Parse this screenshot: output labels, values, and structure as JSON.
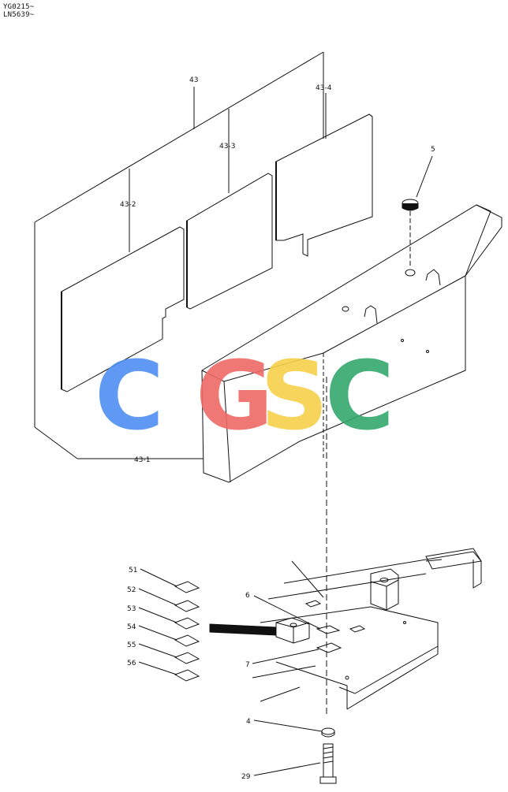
{
  "header": {
    "line1": "YG0215~",
    "line2": "LN5639~"
  },
  "parts": [
    {
      "id": "p43",
      "label": "43"
    },
    {
      "id": "p43_4",
      "label": "43-4"
    },
    {
      "id": "p43_3",
      "label": "43-3"
    },
    {
      "id": "p43_2",
      "label": "43-2"
    },
    {
      "id": "p43_1",
      "label": "43-1"
    },
    {
      "id": "p5",
      "label": "5"
    },
    {
      "id": "p51",
      "label": "51"
    },
    {
      "id": "p52",
      "label": "52"
    },
    {
      "id": "p53",
      "label": "53"
    },
    {
      "id": "p54",
      "label": "54"
    },
    {
      "id": "p55",
      "label": "55"
    },
    {
      "id": "p56",
      "label": "56"
    },
    {
      "id": "p6",
      "label": "6"
    },
    {
      "id": "p7",
      "label": "7"
    },
    {
      "id": "p4",
      "label": "4"
    },
    {
      "id": "p29",
      "label": "29"
    }
  ],
  "watermark": {
    "text": "CGSC",
    "colors": [
      "#4f8ff2",
      "#ee6a66",
      "#f7d04a",
      "#35a86c"
    ]
  }
}
